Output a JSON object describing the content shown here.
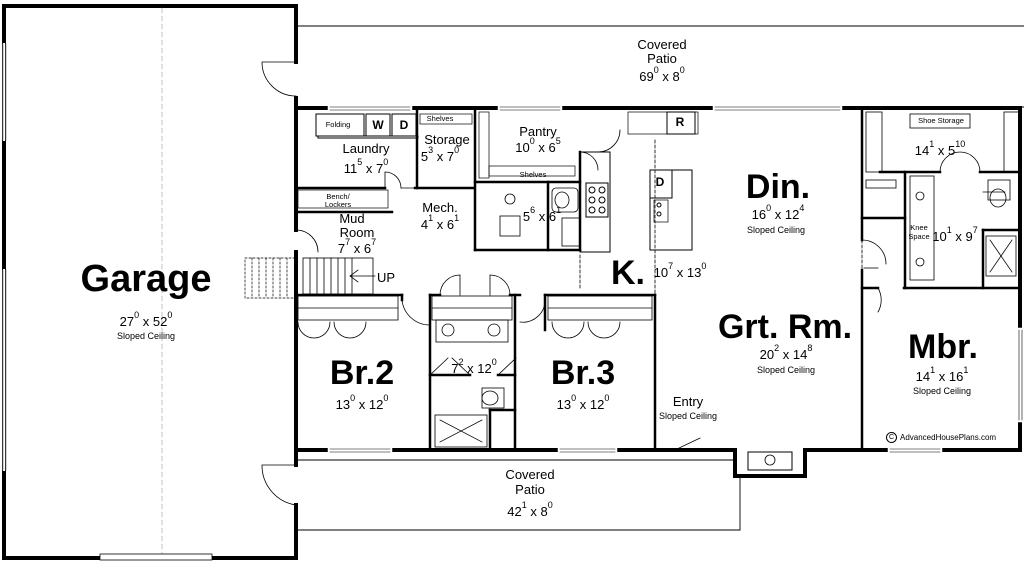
{
  "rooms": {
    "garage": {
      "name": "Garage",
      "w": "27",
      "wi": "0",
      "d": "52",
      "di": "0",
      "note": "Sloped Ceiling"
    },
    "patio_top": {
      "name1": "Covered",
      "name2": "Patio",
      "w": "69",
      "wi": "0",
      "d": "8",
      "di": "0"
    },
    "patio_bottom": {
      "name1": "Covered",
      "name2": "Patio",
      "w": "42",
      "wi": "1",
      "d": "8",
      "di": "0"
    },
    "laundry": {
      "name": "Laundry",
      "w": "11",
      "wi": "5",
      "d": "7",
      "di": "0"
    },
    "storage": {
      "name": "Storage",
      "w": "5",
      "wi": "3",
      "d": "7",
      "di": "0"
    },
    "pantry": {
      "name": "Pantry",
      "w": "10",
      "wi": "0",
      "d": "6",
      "di": "5"
    },
    "mud_room": {
      "name1": "Mud",
      "name2": "Room",
      "w": "7",
      "wi": "7",
      "d": "6",
      "di": "7"
    },
    "mech": {
      "name": "Mech.",
      "w": "4",
      "wi": "1",
      "d": "6",
      "di": "1"
    },
    "bath_hall": {
      "w": "5",
      "wi": "6",
      "d": "6",
      "di": "1"
    },
    "kitchen": {
      "name": "K.",
      "w": "10",
      "wi": "7",
      "d": "13",
      "di": "0"
    },
    "dining": {
      "name": "Din.",
      "w": "16",
      "wi": "0",
      "d": "12",
      "di": "4",
      "note": "Sloped Ceiling"
    },
    "great_room": {
      "name": "Grt. Rm.",
      "w": "20",
      "wi": "2",
      "d": "14",
      "di": "8",
      "note": "Sloped Ceiling"
    },
    "br2": {
      "name": "Br.2",
      "w": "13",
      "wi": "0",
      "d": "12",
      "di": "0"
    },
    "br3": {
      "name": "Br.3",
      "w": "13",
      "wi": "0",
      "d": "12",
      "di": "0"
    },
    "bath_shared": {
      "w": "7",
      "wi": "2",
      "d": "12",
      "di": "0"
    },
    "mbr_closet": {
      "w": "14",
      "wi": "1",
      "d": "5",
      "di": "10"
    },
    "mbr_bath": {
      "w": "10",
      "wi": "1",
      "d": "9",
      "di": "7"
    },
    "mbr": {
      "name": "Mbr.",
      "w": "14",
      "wi": "1",
      "d": "16",
      "di": "1",
      "note": "Sloped Ceiling"
    },
    "entry": {
      "name": "Entry",
      "note": "Sloped Ceiling"
    }
  },
  "labels": {
    "folding": "Folding",
    "washer": "W",
    "dryer": "D",
    "shelves_storage": "Shelves",
    "shelves_pantry": "Shelves",
    "bench1": "Bench/",
    "bench2": "Lockers",
    "up": "UP",
    "fridge": "R",
    "dishwasher": "D",
    "shoe_storage": "Shoe Storage",
    "knee1": "Knee",
    "knee2": "Space",
    "times": "x"
  },
  "copyright": "AdvancedHousePlans.com",
  "copyright_symbol": "C"
}
